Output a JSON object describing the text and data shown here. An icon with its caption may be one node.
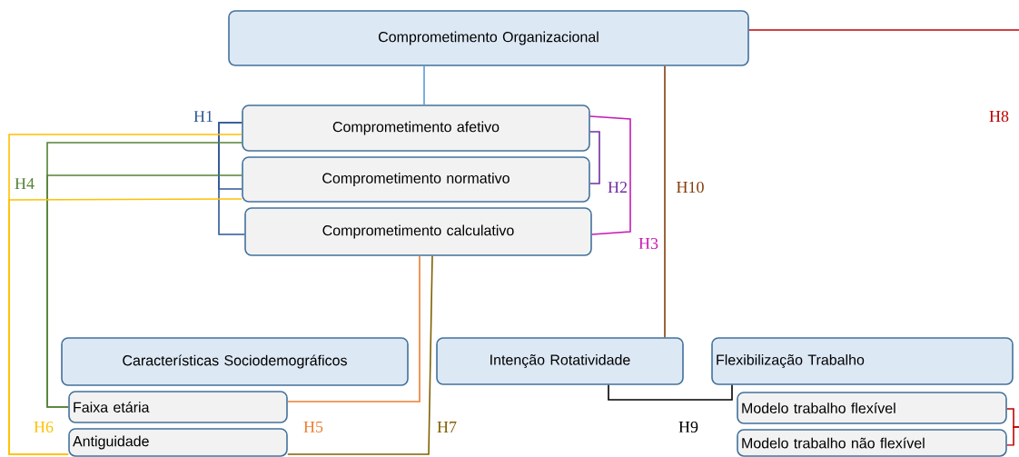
{
  "diagram": {
    "nodes": [
      {
        "text": [
          "Comprometimento Organizacional"
        ]
      },
      {
        "text": [
          "Comprometimento afetivo"
        ]
      },
      {
        "text": [
          "Comprometimento normativo"
        ]
      },
      {
        "text": [
          "Comprometimento calculativo"
        ]
      },
      {
        "text": [
          "Características Sociodemográficos"
        ]
      },
      {
        "text": [
          "Faixa etária"
        ]
      },
      {
        "text": [
          "Antiguidade"
        ]
      },
      {
        "text": [
          "Intenção Rotatividade"
        ]
      },
      {
        "text": [
          "Flexibilização Trabalho"
        ]
      },
      {
        "text": [
          "Modelo trabalho flexível"
        ]
      },
      {
        "text": [
          "Modelo trabalho não flexível"
        ]
      }
    ],
    "edges": [
      {
        "from": 0,
        "to": 1,
        "arrow": "none",
        "color": "#5b9bd5"
      },
      {
        "from": 1,
        "to": 2,
        "arrow": "none",
        "label": "H1",
        "color": "#2f5597"
      },
      {
        "from": 1,
        "to": 3,
        "arrow": "none",
        "color": "#2f5597"
      },
      {
        "from": 1,
        "to": 2,
        "arrow": "none",
        "label": "H2",
        "color": "#7030a0"
      },
      {
        "from": 1,
        "to": 3,
        "arrow": "none",
        "label": "H3",
        "color": "#c81ab4"
      },
      {
        "from": 1,
        "to": 5,
        "arrow": "none",
        "color": "#548235"
      },
      {
        "from": 2,
        "to": 5,
        "arrow": "none",
        "label": "H4",
        "color": "#548235"
      },
      {
        "from": 1,
        "to": 6,
        "arrow": "none",
        "color": "#ffc000"
      },
      {
        "from": 2,
        "to": 6,
        "arrow": "none",
        "label": "H6",
        "color": "#ffc000"
      },
      {
        "from": 3,
        "to": 5,
        "arrow": "none",
        "label": "H5",
        "color": "#ed7d31"
      },
      {
        "from": 3,
        "to": 6,
        "arrow": "none",
        "label": "H7",
        "color": "#806000"
      },
      {
        "from": 0,
        "to": 7,
        "arrow": "none",
        "label": "H10",
        "color": "#843c0c"
      },
      {
        "from": 7,
        "to": 8,
        "arrow": "none",
        "label": "H9",
        "color": "#000000"
      },
      {
        "from": 0,
        "to": null,
        "arrow": "none",
        "label": "H8",
        "color": "#c00000"
      },
      {
        "from": 9,
        "to": null,
        "arrow": "none",
        "color": "#c00000"
      },
      {
        "from": 10,
        "to": null,
        "arrow": "none",
        "color": "#c00000"
      }
    ]
  }
}
